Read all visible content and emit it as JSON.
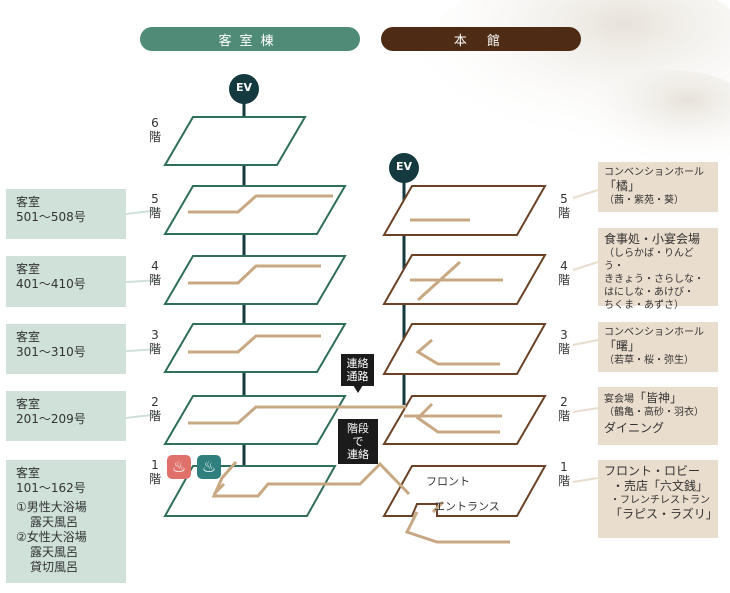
{
  "headers": {
    "left": "客室棟",
    "right": "本 館"
  },
  "ev": {
    "left": "EV",
    "right": "EV"
  },
  "left_floors": [
    {
      "num": "6",
      "kai": "階"
    },
    {
      "num": "5",
      "kai": "階"
    },
    {
      "num": "4",
      "kai": "階"
    },
    {
      "num": "3",
      "kai": "階"
    },
    {
      "num": "2",
      "kai": "階"
    },
    {
      "num": "1",
      "kai": "階"
    }
  ],
  "right_floors": [
    {
      "num": "5",
      "kai": "階"
    },
    {
      "num": "4",
      "kai": "階"
    },
    {
      "num": "3",
      "kai": "階"
    },
    {
      "num": "2",
      "kai": "階"
    },
    {
      "num": "1",
      "kai": "階"
    }
  ],
  "guest_rooms": [
    {
      "l1": "客室",
      "l2": "501～508号"
    },
    {
      "l1": "客室",
      "l2": "401～410号"
    },
    {
      "l1": "客室",
      "l2": "301～310号"
    },
    {
      "l1": "客室",
      "l2": "201～209号"
    }
  ],
  "floor1_rooms": {
    "l1": "客室",
    "l2": "101～162号",
    "l3": "①男性大浴場",
    "l4": "露天風呂",
    "l5": "②女性大浴場",
    "l6": "露天風呂",
    "l7": "貸切風呂"
  },
  "bath_icons": {
    "a": "♨",
    "b": "♨"
  },
  "passages": {
    "upper_a": "連絡",
    "upper_b": "通路",
    "lower_a": "階段で",
    "lower_b": "連絡"
  },
  "main_labels": {
    "front": "フロント",
    "entrance": "エントランス"
  },
  "facilities": {
    "f5": {
      "l1": "コンベンションホール",
      "l2": "「橘」",
      "l3": "（茜・紫苑・葵）"
    },
    "f4": {
      "l1": "食事処・小宴会場",
      "l2": "（しらかば・りんどう・",
      "l3": "ききょう・さらしな・",
      "l4": "はにしな・あけび・",
      "l5": "ちくま・あずさ）"
    },
    "f3": {
      "l1": "コンベンションホール",
      "l2": "「曙」",
      "l3": "（若草・桜・弥生）"
    },
    "f2": {
      "l1a": "宴会場",
      "l1b": "「皆神」",
      "l2": "（鶴亀・高砂・羽衣）",
      "l3": "ダイニング"
    },
    "f1": {
      "l1": "フロント・ロビー",
      "l2": "・売店「六文銭」",
      "l3": "・フレンチレストラン",
      "l4": "「ラピス・ラズリ」"
    }
  },
  "colors": {
    "green": "#2f6e5b",
    "brown": "#6b4226",
    "tan": "#c8a882",
    "header_green": "#4f8b77",
    "header_brown": "#4e2b15",
    "ev_dark": "#143a3f",
    "bath_red": "#e0706a",
    "bath_teal": "#2f7f7f"
  }
}
